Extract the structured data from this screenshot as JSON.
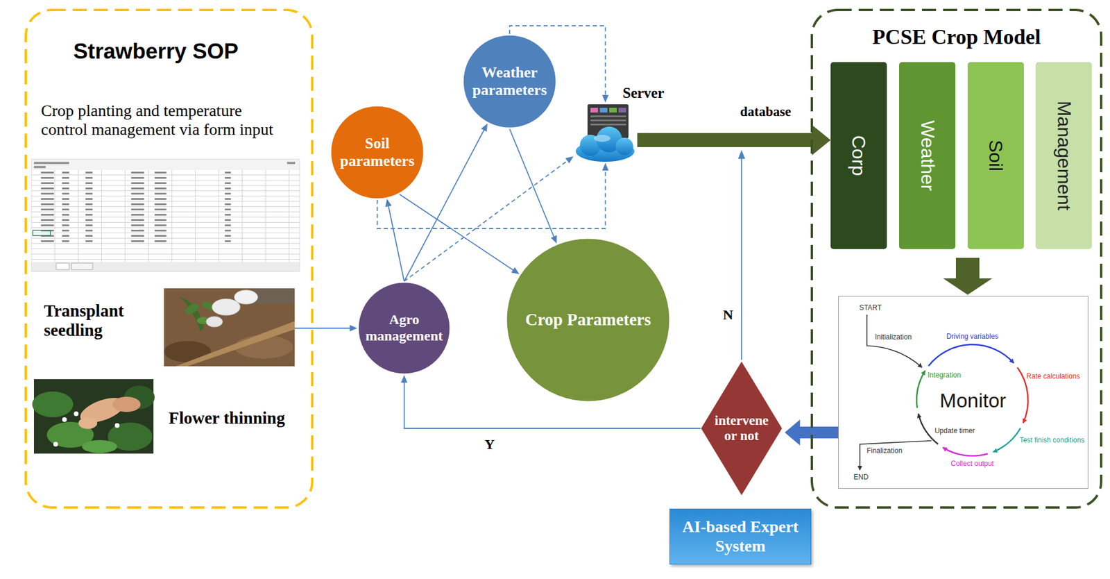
{
  "diagram": {
    "nodes": [
      {
        "text": [
          "Strawberry SOP",
          "Crop planting and temperature control management via form input",
          "Transplant seedling",
          "Flower thinning"
        ]
      },
      {
        "text": [
          "Weather parameters"
        ]
      },
      {
        "text": [
          "Server"
        ]
      },
      {
        "text": [
          "Soil parameters"
        ]
      },
      {
        "text": [
          "Agro management"
        ]
      },
      {
        "text": [
          "Crop Parameters"
        ]
      },
      {
        "text": [
          "PCSE Crop Model"
        ]
      },
      {
        "text": [
          "Corp"
        ],
        "in": 6
      },
      {
        "text": [
          "Weather"
        ],
        "in": 6
      },
      {
        "text": [
          "Soil"
        ],
        "in": 6
      },
      {
        "text": [
          "Management"
        ],
        "in": 6
      },
      {
        "text": [
          "Monitor"
        ],
        "in": 6
      },
      {
        "text": [
          "intervene or not"
        ]
      },
      {
        "text": [
          "AI-based Expert System"
        ]
      }
    ],
    "edges": [
      {
        "from": 0,
        "to": 4,
        "arrow": "to"
      },
      {
        "from": 4,
        "to": 1,
        "arrow": "to"
      },
      {
        "from": 4,
        "to": 3,
        "arrow": "to"
      },
      {
        "from": 4,
        "to": 2,
        "arrow": "to"
      },
      {
        "from": 3,
        "to": 5,
        "arrow": "to"
      },
      {
        "from": 1,
        "to": 5,
        "arrow": "to"
      },
      {
        "from": 1,
        "to": 2,
        "arrow": "to"
      },
      {
        "from": 3,
        "to": 2,
        "arrow": "to"
      },
      {
        "from": 2,
        "to": 7,
        "label": "database",
        "arrow": "to"
      },
      {
        "from": 11,
        "to": 12,
        "arrow": "to"
      },
      {
        "from": 12,
        "to": 4,
        "label": "Y",
        "arrow": "to"
      }
    ],
    "labels": [
      "N",
      "START",
      "Initialization",
      "Driving variables",
      "Rate calculations",
      "Integration",
      "Update timer",
      "Test finish conditions",
      "Finalization",
      "Collect output",
      "END"
    ]
  }
}
